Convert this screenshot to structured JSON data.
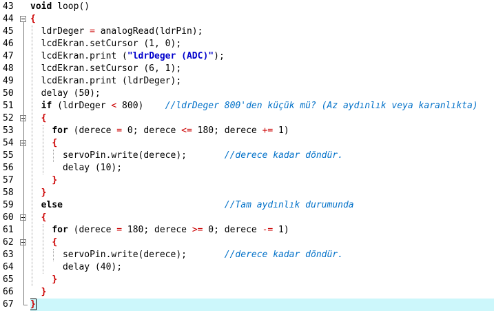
{
  "editor": {
    "current_line": 67,
    "lines": [
      {
        "n": "43",
        "fold": "",
        "tokens": [
          [
            "kw",
            "void"
          ],
          [
            "tx",
            " loop()"
          ]
        ]
      },
      {
        "n": "44",
        "fold": "open",
        "tokens": [
          [
            "br",
            "{"
          ]
        ]
      },
      {
        "n": "45",
        "fold": "",
        "tokens": [
          [
            "tx",
            "  ldrDeger "
          ],
          [
            "op",
            "="
          ],
          [
            "tx",
            " analogRead(ldrPin);"
          ]
        ]
      },
      {
        "n": "46",
        "fold": "",
        "tokens": [
          [
            "tx",
            "  lcdEkran.setCursor (1, 0);"
          ]
        ]
      },
      {
        "n": "47",
        "fold": "",
        "tokens": [
          [
            "tx",
            "  lcdEkran.print ("
          ],
          [
            "str",
            "\"ldrDeger (ADC)\""
          ],
          [
            "tx",
            ");"
          ]
        ]
      },
      {
        "n": "48",
        "fold": "",
        "tokens": [
          [
            "tx",
            "  lcdEkran.setCursor (6, 1);"
          ]
        ]
      },
      {
        "n": "49",
        "fold": "",
        "tokens": [
          [
            "tx",
            "  lcdEkran.print (ldrDeger);"
          ]
        ]
      },
      {
        "n": "50",
        "fold": "",
        "tokens": [
          [
            "tx",
            "  delay (50);"
          ]
        ]
      },
      {
        "n": "51",
        "fold": "",
        "tokens": [
          [
            "tx",
            "  "
          ],
          [
            "kw",
            "if"
          ],
          [
            "tx",
            " (ldrDeger "
          ],
          [
            "op",
            "<"
          ],
          [
            "tx",
            " 800)    "
          ],
          [
            "cm",
            "//ldrDeger 800'den küçük mü? (Az aydınlık veya karanlıkta)"
          ]
        ]
      },
      {
        "n": "52",
        "fold": "open",
        "tokens": [
          [
            "tx",
            "  "
          ],
          [
            "br",
            "{"
          ]
        ]
      },
      {
        "n": "53",
        "fold": "",
        "tokens": [
          [
            "tx",
            "    "
          ],
          [
            "kw",
            "for"
          ],
          [
            "tx",
            " (derece "
          ],
          [
            "op",
            "="
          ],
          [
            "tx",
            " 0; derece "
          ],
          [
            "op",
            "<="
          ],
          [
            "tx",
            " 180; derece "
          ],
          [
            "op",
            "+="
          ],
          [
            "tx",
            " 1)"
          ]
        ]
      },
      {
        "n": "54",
        "fold": "open",
        "tokens": [
          [
            "tx",
            "    "
          ],
          [
            "br",
            "{"
          ]
        ]
      },
      {
        "n": "55",
        "fold": "",
        "tokens": [
          [
            "tx",
            "      servoPin.write(derece);       "
          ],
          [
            "cm",
            "//derece kadar döndür."
          ]
        ]
      },
      {
        "n": "56",
        "fold": "",
        "tokens": [
          [
            "tx",
            "      delay (10);"
          ]
        ]
      },
      {
        "n": "57",
        "fold": "",
        "tokens": [
          [
            "tx",
            "    "
          ],
          [
            "br",
            "}"
          ]
        ]
      },
      {
        "n": "58",
        "fold": "",
        "tokens": [
          [
            "tx",
            "  "
          ],
          [
            "br",
            "}"
          ]
        ]
      },
      {
        "n": "59",
        "fold": "",
        "tokens": [
          [
            "tx",
            "  "
          ],
          [
            "kw",
            "else"
          ],
          [
            "tx",
            "                              "
          ],
          [
            "cm",
            "//Tam aydınlık durumunda"
          ]
        ]
      },
      {
        "n": "60",
        "fold": "open",
        "tokens": [
          [
            "tx",
            "  "
          ],
          [
            "br",
            "{"
          ]
        ]
      },
      {
        "n": "61",
        "fold": "",
        "tokens": [
          [
            "tx",
            "    "
          ],
          [
            "kw",
            "for"
          ],
          [
            "tx",
            " (derece "
          ],
          [
            "op",
            "="
          ],
          [
            "tx",
            " 180; derece "
          ],
          [
            "op",
            ">="
          ],
          [
            "tx",
            " 0; derece "
          ],
          [
            "op",
            "-="
          ],
          [
            "tx",
            " 1)"
          ]
        ]
      },
      {
        "n": "62",
        "fold": "open",
        "tokens": [
          [
            "tx",
            "    "
          ],
          [
            "br",
            "{"
          ]
        ]
      },
      {
        "n": "63",
        "fold": "",
        "tokens": [
          [
            "tx",
            "      servoPin.write(derece);       "
          ],
          [
            "cm",
            "//derece kadar döndür."
          ]
        ]
      },
      {
        "n": "64",
        "fold": "",
        "tokens": [
          [
            "tx",
            "      delay (40);"
          ]
        ]
      },
      {
        "n": "65",
        "fold": "",
        "tokens": [
          [
            "tx",
            "    "
          ],
          [
            "br",
            "}"
          ]
        ]
      },
      {
        "n": "66",
        "fold": "",
        "tokens": [
          [
            "tx",
            "  "
          ],
          [
            "br",
            "}"
          ]
        ]
      },
      {
        "n": "67",
        "fold": "",
        "tokens": [
          [
            "br",
            "}"
          ]
        ]
      }
    ]
  }
}
